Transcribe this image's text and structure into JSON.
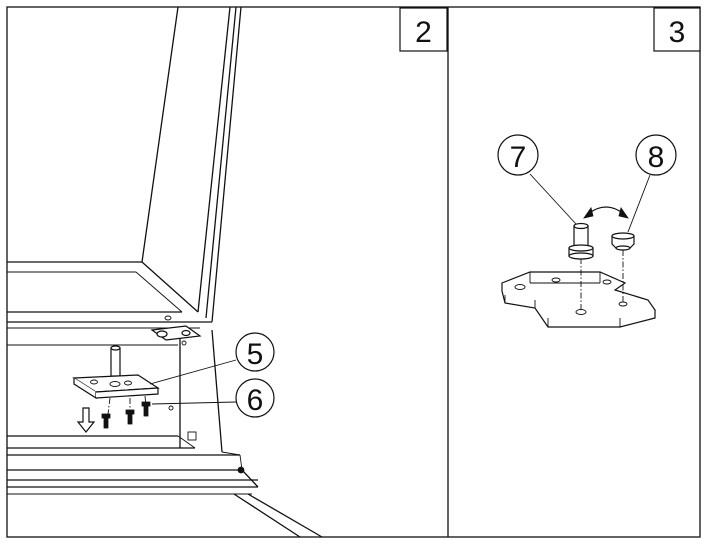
{
  "panels": [
    {
      "step_number": "2",
      "callouts": [
        "5",
        "6"
      ]
    },
    {
      "step_number": "3",
      "callouts": [
        "7",
        "8"
      ]
    }
  ],
  "colors": {
    "line": "#111111",
    "background": "#ffffff"
  }
}
